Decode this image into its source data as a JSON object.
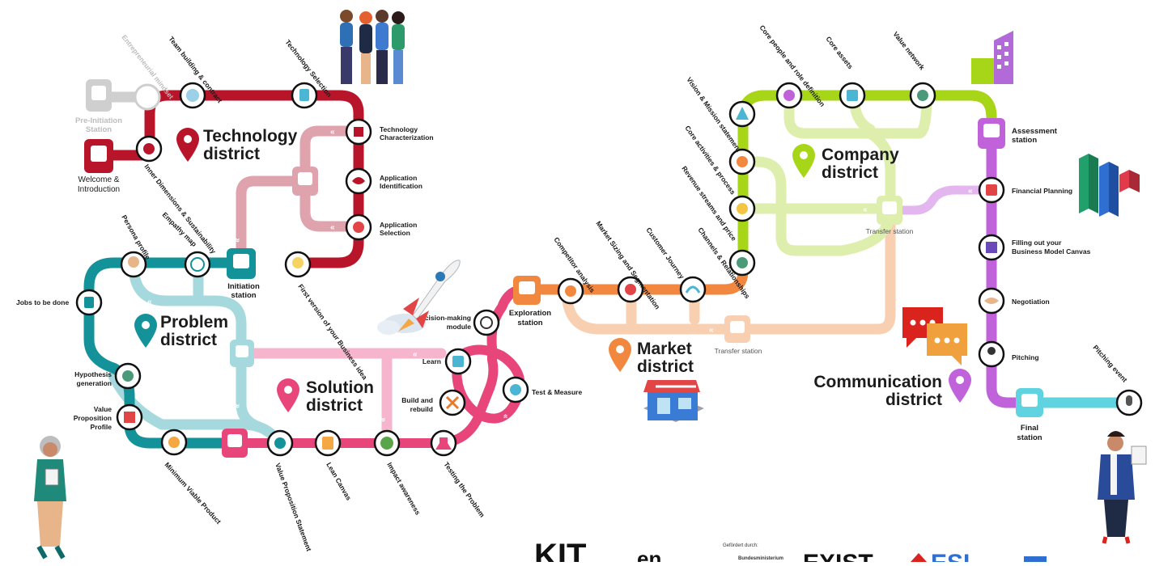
{
  "colors": {
    "technology": "#b8152b",
    "technology_light": "#dfa3ad",
    "problem": "#14929a",
    "problem_light": "#a6d9dd",
    "solution": "#e8467a",
    "solution_light": "#f6b5cc",
    "market": "#f2883f",
    "market_light": "#f9cfb2",
    "company": "#a6d617",
    "company_light": "#ddeead",
    "communication": "#c062d9",
    "communication_light": "#e3b6f0",
    "final": "#5fd3df",
    "grey": "#cfcfcf"
  },
  "districts": {
    "technology": [
      "Technology",
      "district"
    ],
    "problem": [
      "Problem",
      "district"
    ],
    "solution": [
      "Solution",
      "district"
    ],
    "market": [
      "Market",
      "district"
    ],
    "company": [
      "Company",
      "district"
    ],
    "communication": [
      "Communication",
      "district"
    ]
  },
  "stations": {
    "pre_initiation": [
      "Pre-Initiation",
      "Station"
    ],
    "welcome": [
      "Welcome &",
      "Introduction"
    ],
    "initiation": [
      "Initiation",
      "station"
    ],
    "exploration": [
      "Exploration",
      "station"
    ],
    "assessment": [
      "Assessment",
      "station"
    ],
    "final": [
      "Final",
      "station"
    ],
    "transfer_company": "Transfer station",
    "transfer_market": "Transfer station"
  },
  "stops": {
    "entrepreneurial_mindset": "Entrepreneurial mindset",
    "team_building": "Team building & contract",
    "technology_selection": "Technology Selection",
    "inner_dimensions": "Inner Dimensions & Sustainability",
    "technology_characterization": [
      "Technology",
      "Characterization"
    ],
    "application_identification": [
      "Application",
      "Identification"
    ],
    "application_selection": [
      "Application",
      "Selection"
    ],
    "first_version": "First version of your Business idea",
    "persona_profile": "Persona profile",
    "empathy_map": "Empathy map",
    "jobs_to_be_done": "Jobs to be done",
    "hypothesis_generation": [
      "Hypothesis",
      "generation"
    ],
    "value_proposition_profile": [
      "Value",
      "Proposition",
      "Profile"
    ],
    "minimum_viable_product": "Minimum Viable Product",
    "value_proposition_statement": "Value Proposition Statement",
    "lean_canvas": "Lean Canvas",
    "impact_awareness": "Impact awareness",
    "testing_the_problem": "Testing the Problem",
    "learn": "Learn",
    "build_and_rebuild": [
      "Build and",
      "rebuild"
    ],
    "decision_making": [
      "Decision-making",
      "module"
    ],
    "test_measure": "Test & Measure",
    "competitor_analysis": "Competitor analysis",
    "market_sizing": "Market Sizing and Segmentation",
    "customer_journey": "Customer Journey",
    "channels_relationships": "Channels & Relationships",
    "vision_mission": "Vision & Mission statement",
    "core_activities": "Core activities & process",
    "revenue_streams": "Revenue streams and price",
    "core_people": "Core people and role definition",
    "core_assets": "Core assets",
    "value_network": "Value network",
    "financial_planning": "Financial Planning",
    "filling_bmc": [
      "Filling out your",
      "Business Model Canvas"
    ],
    "negotiation": "Negotiation",
    "pitching": "Pitching",
    "pitching_event": "Pitching event"
  },
  "footer": {
    "funded_by": "Gefördert durch:",
    "ministry": "Bundesministerium",
    "logo_kit": "KIT",
    "logo_en": "en",
    "logo_exist": "EXIST",
    "logo_esi": "ESI"
  }
}
